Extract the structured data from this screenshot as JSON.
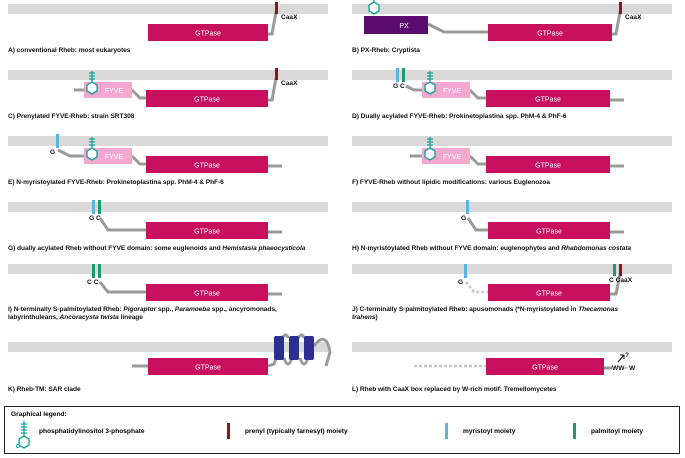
{
  "labels": {
    "gtpase": "GTPase",
    "fyve": "FYVE",
    "px": "PX",
    "caax": "CaaX",
    "g": "G",
    "gc": "G C",
    "cc": "C C",
    "c_caax": "C CaaX",
    "ww_w": "WW",
    "w": "W",
    "ww_eq": "=",
    "question": "?"
  },
  "captions": {
    "a": "A) conventional Rheb: most eukaryotes",
    "b": "B) PX-Rheb: Cryptista",
    "c": "C) Prenylated FYVE-Rheb: strain SRT308",
    "d": "D) Dually acylated FYVE-Rheb: Prokinetoplastina spp. PhM-4 & PhF-6",
    "e": "E) N-myristoylated FYVE-Rheb: Prokinetoplastina spp. PhM-4 & PhF-6",
    "f": "F) FYVE-Rheb without lipidic modifications: various Euglenozoa",
    "g_pre": "G) dually acylated Rheb without FYVE domain: some euglenoids and ",
    "g_it": "Hemistasia phaeocysticola",
    "h_pre": "H) N-myristoylated Rheb without FYVE domain: euglenophytes and ",
    "h_it": "Rhabdomonas costata",
    "i_1": "I) N-terminally S-palmitoylated Rheb: ",
    "i_it1": "Pigoraptor",
    "i_2": " spp., ",
    "i_it2": "Paramoeba",
    "i_3": " spp., ancyromonads,",
    "i_4": "labyrinthuleans, ",
    "i_it3": "Ancoracysta twista",
    "i_5": " lineage",
    "j_1": "J) C-terminally S-palmitoylated Rheb: apusomonads (*N-myristoylated in ",
    "j_it1": "Thecamonas",
    "j_it2": "trahens",
    "j_2": ")",
    "k": "K) Rheb-TM: SAR clade",
    "l": "L) Rheb with CaaX box replaced by W-rich motif: Tremellomycetes"
  },
  "legend": {
    "title": "Graphical legend:",
    "pi3p": "phosphatidylinositol 3-phosphate",
    "prenyl": "prenyl (typically farnesyl) moiety",
    "myristoyl": "myristoyl moiety",
    "palmitoyl": "palmitoyl moiety"
  },
  "colors": {
    "gtpase": "#c8105e",
    "fyve": "#f4a7cf",
    "px": "#5a0d6e",
    "tm": "#2b2f8f",
    "membrane": "#d9d9d9",
    "prenyl": "#8a1a1a",
    "myristoyl": "#5ab4e0",
    "palmitoyl": "#1b9a6c",
    "pi3p": "#1aa39a",
    "linker": "#9a9a9a"
  }
}
